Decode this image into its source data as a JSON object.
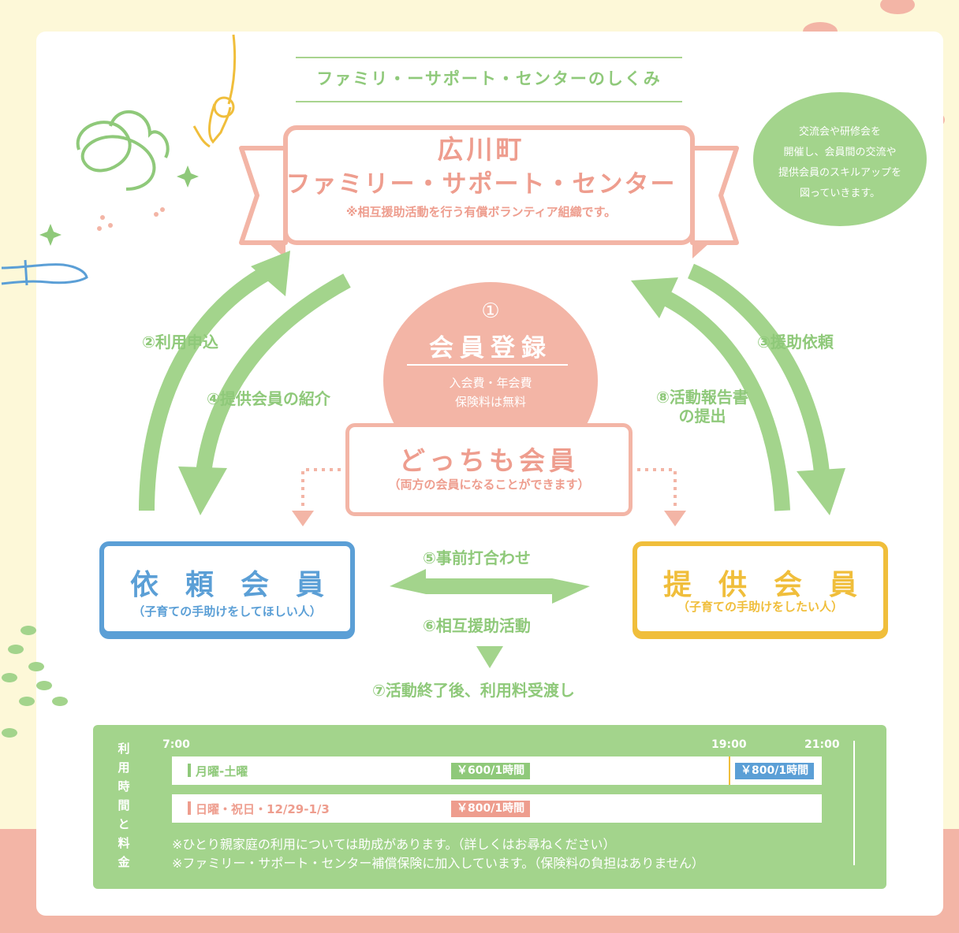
{
  "title": "ファミリ・ーサポート・センターのしくみ",
  "center": {
    "name_line1": "広川町",
    "name_line2": "ファミリー・サポート・センター",
    "note": "※相互援助活動を行う有償ボランティア組織です。"
  },
  "bubble": {
    "lines": [
      "交流会や研修会を",
      "開催し、会員間の交流や",
      "提供会員のスキルアップを",
      "図っていきます。"
    ]
  },
  "registration": {
    "number": "①",
    "title": "会員登録",
    "fee_line1": "入会費・年会費",
    "fee_line2": "保険料は無料"
  },
  "both_members": {
    "title": "どっちも会員",
    "subtitle": "（両方の会員になることができます）"
  },
  "requesting_member": {
    "title": "依頼会員",
    "subtitle": "（子育ての手助けをしてほしい人）"
  },
  "providing_member": {
    "title": "提供会員",
    "subtitle": "（子育ての手助けをしたい人）"
  },
  "steps": {
    "s2": "②利用申込",
    "s3": "③援助依頼",
    "s4": "④提供会員の紹介",
    "s5": "⑤事前打合わせ",
    "s6": "⑥相互援助活動",
    "s7": "⑦活動終了後、利用料受渡し",
    "s8_line1": "⑧活動報告書",
    "s8_line2": "の提出"
  },
  "fees": {
    "heading": [
      "利",
      "用",
      "時",
      "間",
      "と",
      "料",
      "金"
    ],
    "times": [
      "7:00",
      "19:00",
      "21:00"
    ],
    "rows": [
      {
        "label": "月曜-土曜",
        "day_rate": "￥600/1時間",
        "night_rate": "￥800/1時間"
      },
      {
        "label": "日曜・祝日・12/29-1/3",
        "day_rate": "￥800/1時間"
      }
    ],
    "notes": [
      "※ひとり親家庭の利用については助成があります。（詳しくはお尋ねください）",
      "※ファミリー・サポート・センター補償保険に加入しています。（保険料の負担はありません）"
    ]
  },
  "colors": {
    "green": "#a3d48c",
    "pink": "#f3b5a6",
    "blue": "#5b9fd6",
    "yellow": "#f0be3b",
    "cream": "#fdf8d8"
  }
}
